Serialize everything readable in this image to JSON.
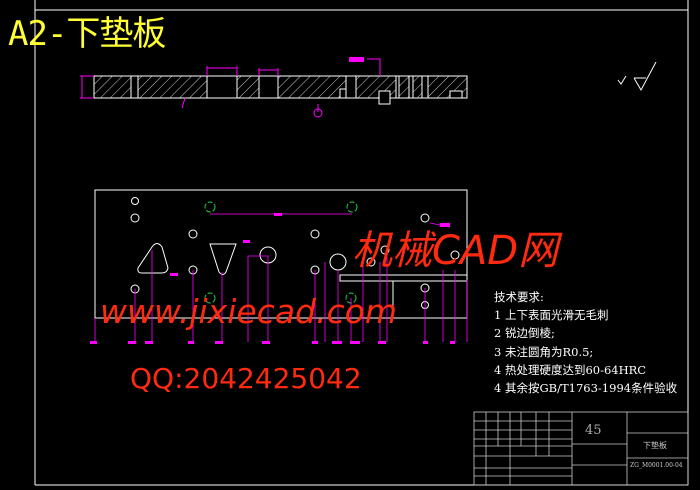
{
  "drawing": {
    "title": "A2-下垫板",
    "material": "45",
    "part_name": "下垫板",
    "drawing_number": "ZG_M0001.00-04"
  },
  "technical_requirements": {
    "heading": "技术要求:",
    "items": [
      "1 上下表面光滑无毛刺",
      "2 锐边倒棱;",
      "3 未注圆角为R0.5;",
      "4 热处理硬度达到60-64HRC",
      "4 其余按GB/T1763-1994条件验收"
    ]
  },
  "watermark": {
    "site_name": "机械CAD网",
    "url": "www.jixiecad.com",
    "qq": "QQ:2042425042"
  },
  "colors": {
    "outline": "#ffffff",
    "dimension": "#ff00ff",
    "centerline": "#22cc44",
    "title": "#ffff33",
    "watermark": "#ff2a10"
  }
}
